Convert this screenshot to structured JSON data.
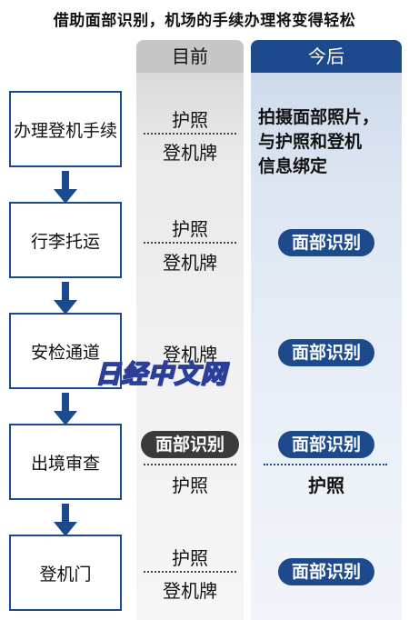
{
  "title": "借助面部识别，机场的手续办理将变得轻松",
  "columns": {
    "current": "目前",
    "future": "今后"
  },
  "steps": [
    {
      "label": "办理登机手续",
      "current": [
        "护照",
        "登机牌"
      ],
      "future_text": [
        "拍摄面部照片，",
        "与护照和登机",
        "信息绑定"
      ]
    },
    {
      "label": "行李托运",
      "current": [
        "护照",
        "登机牌"
      ],
      "future": [
        "面部识别"
      ]
    },
    {
      "label": "安检通道",
      "current": [
        "登机牌"
      ],
      "future": [
        "面部识别"
      ]
    },
    {
      "label": "出境审查",
      "current": [
        "面部识别",
        "护照"
      ],
      "future": [
        "面部识别",
        "护照"
      ]
    },
    {
      "label": "登机门",
      "current": [
        "护照",
        "登机牌"
      ],
      "future": [
        "面部识别"
      ]
    }
  ],
  "watermark": "日经中文网",
  "colors": {
    "accent": "#1d4a8c",
    "current_header": "#c6c6c6",
    "pill_dark": "#3a3a3a"
  }
}
